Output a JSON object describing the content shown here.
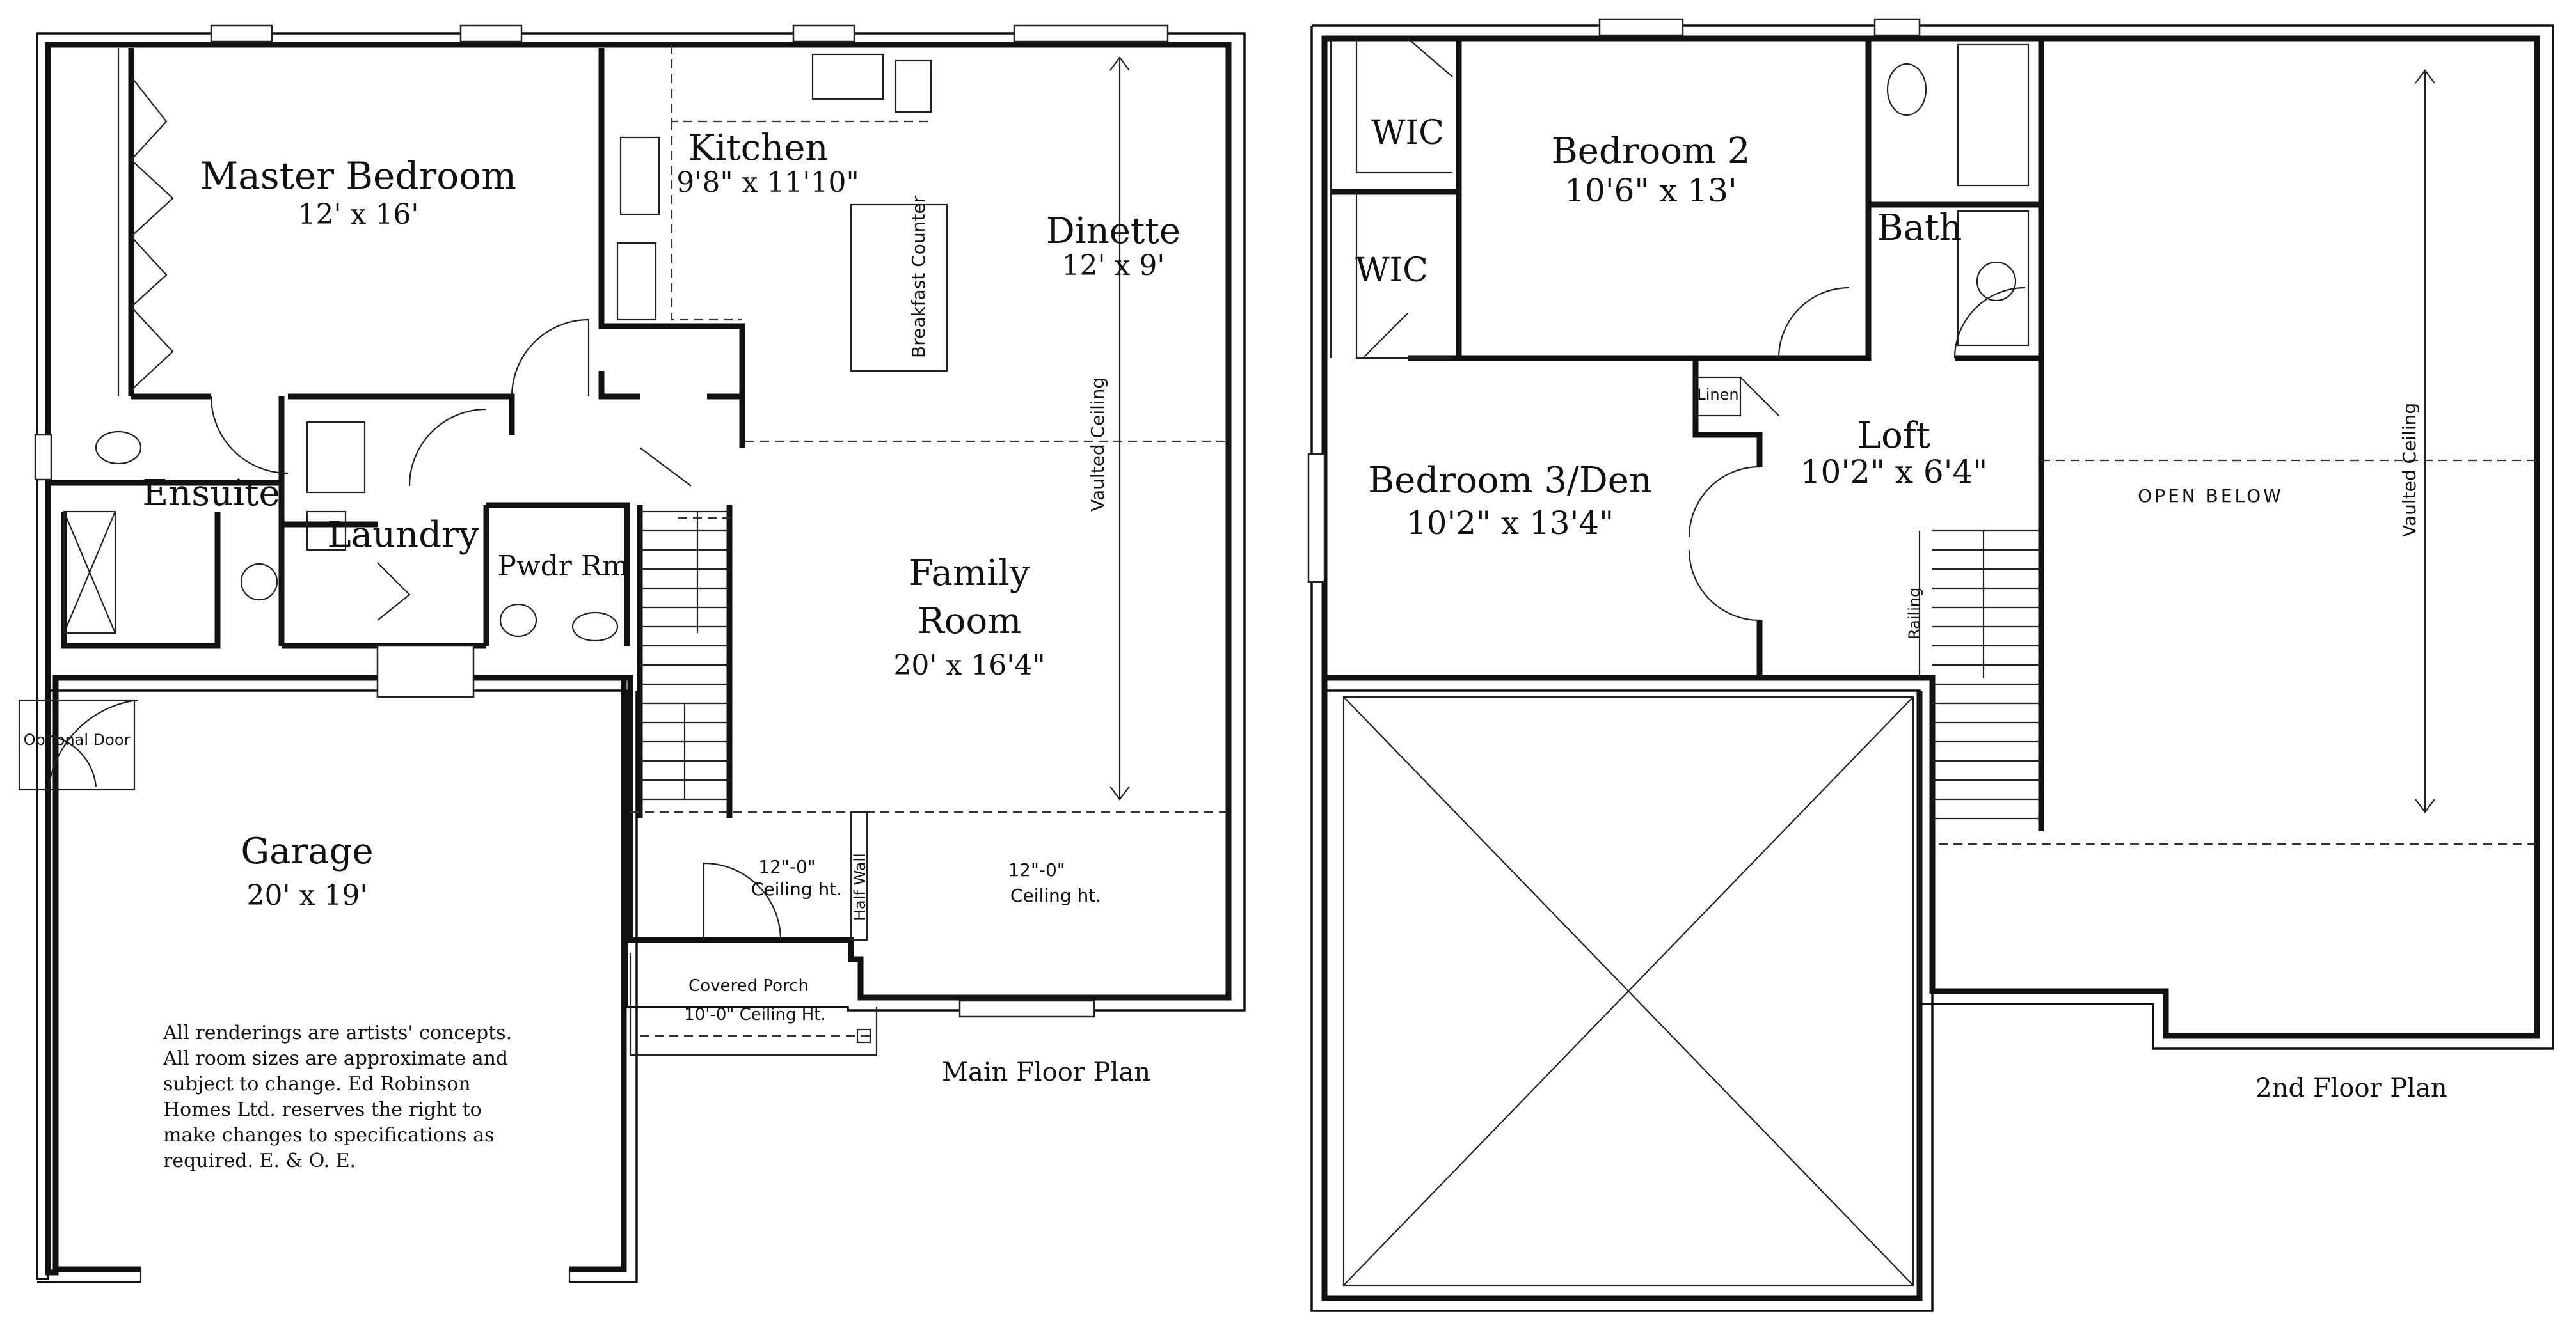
{
  "main_floor": {
    "title": "Main Floor Plan",
    "rooms": {
      "master_bedroom": {
        "name": "Master Bedroom",
        "size": "12' x 16'"
      },
      "ensuite": {
        "name": "Ensuite"
      },
      "laundry": {
        "name": "Laundry"
      },
      "kitchen": {
        "name": "Kitchen",
        "size": "9'8\" x 11'10\""
      },
      "dinette": {
        "name": "Dinette",
        "size": "12' x 9'"
      },
      "powder_room": {
        "name": "Pwdr Rm"
      },
      "family_room": {
        "name": "Family",
        "name2": "Room",
        "size": "20' x 16'4\""
      },
      "garage": {
        "name": "Garage",
        "size": "20' x 19'"
      }
    },
    "breakfast_counter": "Breakfast Counter",
    "vaulted_ceiling": "Vaulted Ceiling",
    "optional_door": "Optional Door",
    "half_wall": "Half Wall",
    "ceiling_left": {
      "line1": "12\"-0\"",
      "line2": "Ceiling ht."
    },
    "ceiling_right": {
      "line1": "12\"-0\"",
      "line2": "Ceiling ht."
    },
    "covered_porch": {
      "line1": "Covered Porch",
      "line2": "10'-0\" Ceiling Ht."
    },
    "disclaimer": [
      "All renderings are artists' concepts.",
      "All room sizes are approximate and",
      "subject to change.  Ed Robinson",
      "Homes Ltd. reserves the right to",
      "make changes to specifications as",
      "required.  E. & O. E."
    ]
  },
  "second_floor": {
    "title": "2nd Floor Plan",
    "rooms": {
      "wic_1": {
        "name": "WIC"
      },
      "wic_2": {
        "name": "WIC"
      },
      "bedroom_2": {
        "name": "Bedroom 2",
        "size": "10'6\" x 13'"
      },
      "bath": {
        "name": "Bath"
      },
      "linen": {
        "name": "Linen"
      },
      "loft": {
        "name": "Loft",
        "size": "10'2\" x 6'4\""
      },
      "bedroom_3": {
        "name": "Bedroom 3/Den",
        "size": "10'2\" x 13'4\""
      }
    },
    "open_below": "OPEN BELOW",
    "vaulted_ceiling": "Vaulted Ceiling",
    "railing": "Railing"
  }
}
